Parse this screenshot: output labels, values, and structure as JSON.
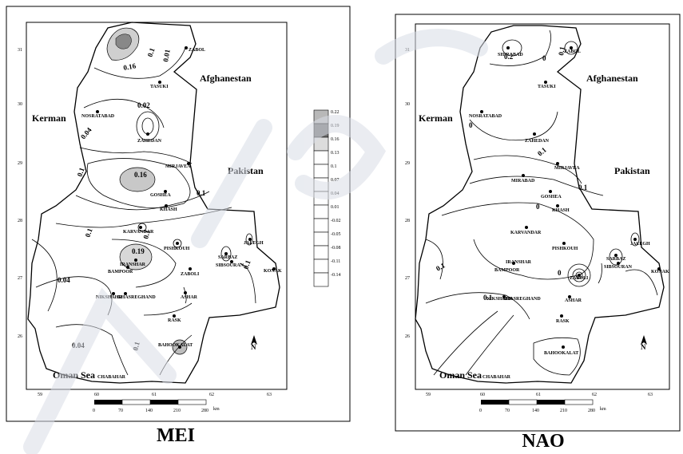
{
  "panels": [
    {
      "caption": "MEI",
      "countries": [
        "Afghanestan",
        "Kerman",
        "Pakistan",
        "Oman Sea"
      ],
      "lat_ticks": [
        "31",
        "30",
        "29",
        "28",
        "27",
        "26"
      ],
      "lon_ticks": [
        "59",
        "60",
        "61",
        "62",
        "63"
      ],
      "scale_ticks": [
        "0",
        "70",
        "140",
        "210",
        "280"
      ],
      "scale_unit": "km",
      "north": "N",
      "contour_labels": [
        "0.16",
        "0.1",
        "0.01",
        "0.02",
        "0.04",
        "0.1",
        "0.16",
        "0.1",
        "0.1",
        "0.19",
        "0.1",
        "0.04",
        "0.04",
        "0.1",
        "0.1"
      ],
      "legend": [
        "0.22",
        "0.19",
        "0.16",
        "0.13",
        "0.1",
        "0.07",
        "0.04",
        "0.01",
        "-0.02",
        "-0.05",
        "-0.08",
        "-0.11",
        "-0.14"
      ],
      "legend_colors": [
        "#b8b8b8",
        "#707070",
        "#dcdcdc",
        "#ffffff",
        "#ffffff",
        "#ffffff",
        "#ffffff",
        "#ffffff",
        "#ffffff",
        "#ffffff",
        "#ffffff",
        "#ffffff",
        "#ffffff"
      ]
    },
    {
      "caption": "NAO",
      "countries": [
        "Afghanestan",
        "Kerman",
        "Pakistan",
        "Oman Sea"
      ],
      "lat_ticks": [
        "31",
        "30",
        "29",
        "28",
        "27",
        "26"
      ],
      "lon_ticks": [
        "59",
        "60",
        "61",
        "62",
        "63"
      ],
      "scale_ticks": [
        "0",
        "70",
        "140",
        "210",
        "280"
      ],
      "scale_unit": "km",
      "north": "N",
      "contour_labels": [
        "0.2",
        "0",
        "0.1",
        "0",
        "0.1",
        "0",
        "0.1",
        "0.1",
        "0",
        "0.1"
      ]
    }
  ],
  "cities": [
    "ZABOL",
    "TASUKI",
    "NOSRATABAD",
    "ZAHEDAN",
    "MIRJAVEA",
    "GOSHEA",
    "KHASH",
    "KARVANDAR",
    "PISHKOUH",
    "SARBAZ",
    "SIBSOURAN",
    "JALEGH",
    "KONAK",
    "IRANSHAR",
    "BAMPOOR",
    "ZABOLI",
    "NIKSHAHR",
    "GHASREGHAND",
    "ASHAR",
    "RASK",
    "BAHOOKALAT",
    "CHABAHAR",
    "MIRABAD",
    "SHIRABAD"
  ]
}
